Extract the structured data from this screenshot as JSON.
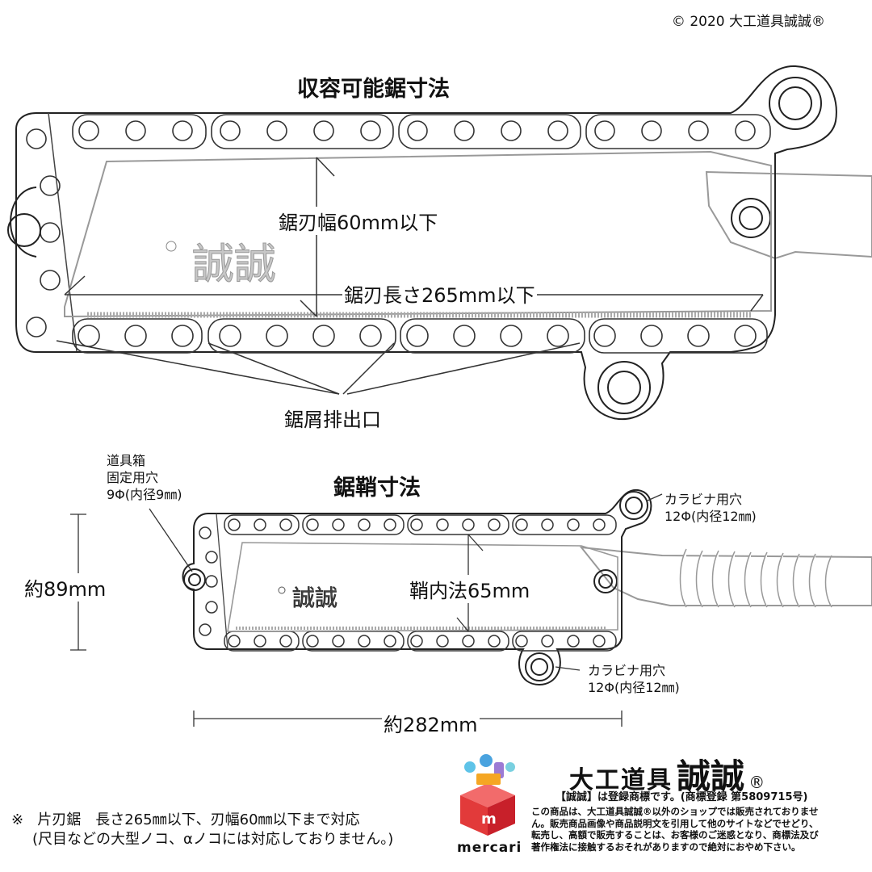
{
  "copyright": "©  2020  大工道具誠誠®",
  "top": {
    "title": "収容可能鋸寸法",
    "blade_width": "鋸刃幅60mm以下",
    "blade_length": "鋸刃長さ265mm以下",
    "dust_outlet": "鋸屑排出口"
  },
  "bottom": {
    "title": "鋸鞘寸法",
    "toolbox_hole": [
      "道具箱",
      "固定用穴",
      "9Φ(内径9㎜)"
    ],
    "carabiner_hole_1": [
      "カラビナ用穴",
      "12Φ(内径12㎜)"
    ],
    "carabiner_hole_2": [
      "カラビナ用穴",
      "12Φ(内径12㎜)"
    ],
    "height": "約89mm",
    "inner": "鞘内法65mm",
    "width": "約282mm"
  },
  "note": {
    "mark": "※",
    "line1": "片刃鋸　長さ265㎜以下、刃幅60㎜以下まで対応",
    "line2": "(尺目などの大型ノコ、αノコには対応しておりません。)"
  },
  "brand": {
    "name": "大工道具",
    "mark": "誠誠",
    "registered": "®",
    "trademark": "【誠誠】は登録商標です。(商標登録 第5809715号)",
    "disclaimer": [
      "この商品は、大工道具誠誠®以外のショップでは販売されておりませ",
      "ん。販売商品画像や商品説明文を引用して他のサイトなどでせどり、",
      "転売し、高額で販売することは、お客様のご迷惑となり、商標法及び",
      "著作権法に接触するおそれがありますので絶対におやめ下さい。"
    ]
  },
  "mercari": {
    "label": "mercari",
    "box_letter": "m"
  }
}
